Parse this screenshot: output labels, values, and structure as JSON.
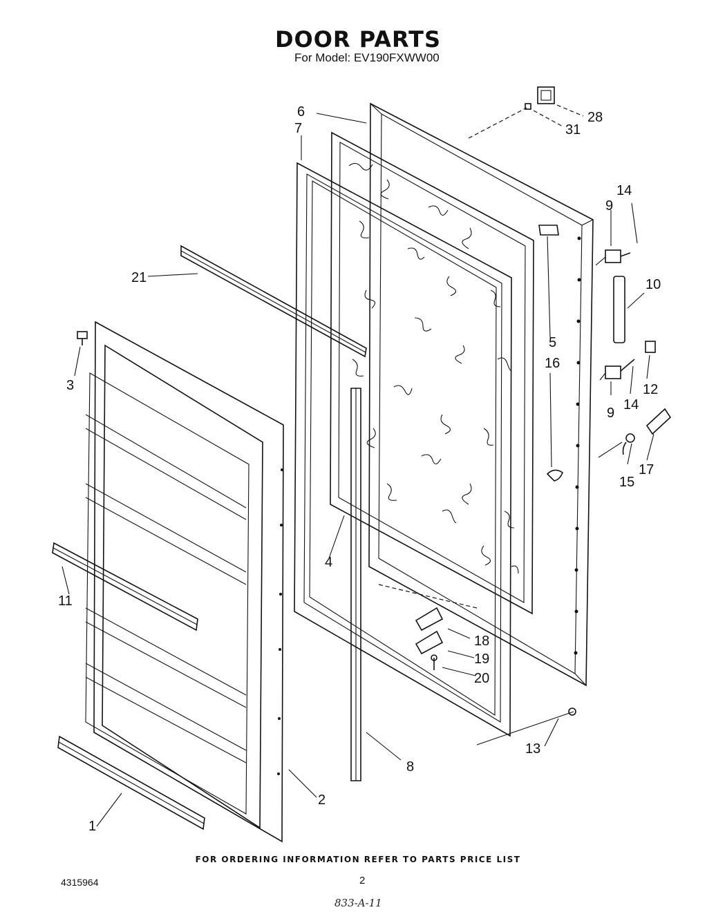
{
  "title": "DOOR PARTS",
  "subtitle": "For Model: EV190FXWW00",
  "footer_note": "FOR ORDERING INFORMATION REFER TO PARTS PRICE LIST",
  "document_number": "4315964",
  "page_number": "2",
  "handwritten_note": "833-A-11",
  "callouts": {
    "c1": "1",
    "c2": "2",
    "c3": "3",
    "c4": "4",
    "c5": "5",
    "c6": "6",
    "c7": "7",
    "c8": "8",
    "c9a": "9",
    "c9b": "9",
    "c10": "10",
    "c11": "11",
    "c12": "12",
    "c13": "13",
    "c14a": "14",
    "c14b": "14",
    "c15": "15",
    "c16": "16",
    "c17": "17",
    "c18": "18",
    "c19": "19",
    "c20": "20",
    "c21": "21",
    "c28": "28",
    "c31": "31"
  }
}
